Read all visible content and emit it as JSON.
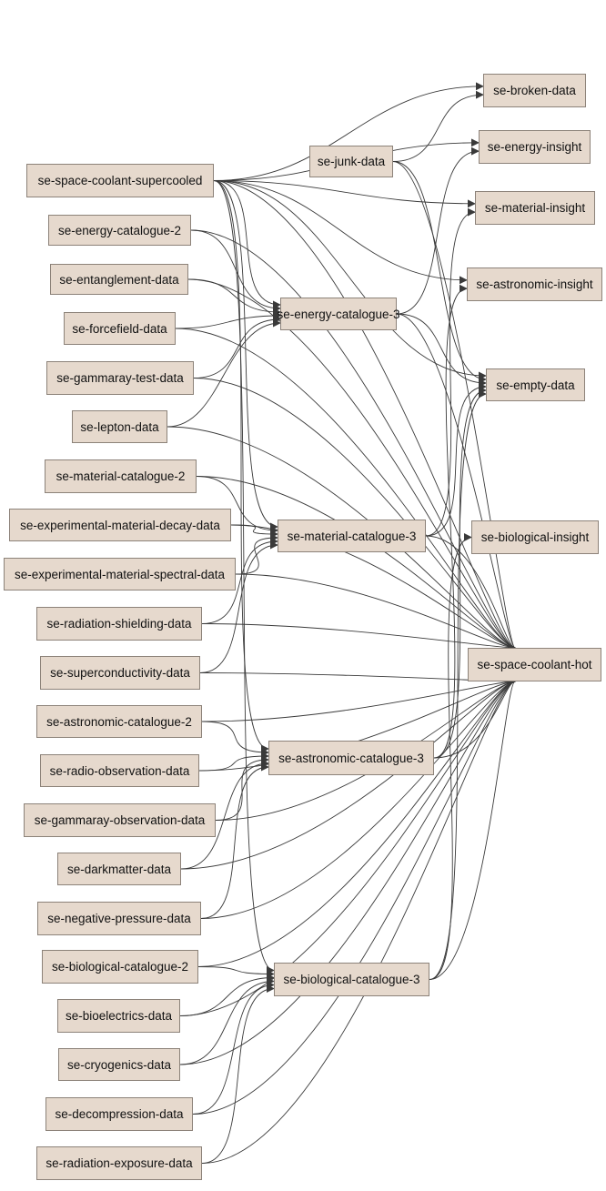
{
  "graph": {
    "nodes": [
      {
        "id": "space_coolant_supercooled",
        "label": "se-space-coolant-supercooled"
      },
      {
        "id": "energy_catalogue_2",
        "label": "se-energy-catalogue-2"
      },
      {
        "id": "entanglement_data",
        "label": "se-entanglement-data"
      },
      {
        "id": "forcefield_data",
        "label": "se-forcefield-data"
      },
      {
        "id": "gammaray_test_data",
        "label": "se-gammaray-test-data"
      },
      {
        "id": "lepton_data",
        "label": "se-lepton-data"
      },
      {
        "id": "material_catalogue_2",
        "label": "se-material-catalogue-2"
      },
      {
        "id": "exp_material_decay_data",
        "label": "se-experimental-material-decay-data"
      },
      {
        "id": "exp_material_spectral_data",
        "label": "se-experimental-material-spectral-data"
      },
      {
        "id": "radiation_shielding_data",
        "label": "se-radiation-shielding-data"
      },
      {
        "id": "superconductivity_data",
        "label": "se-superconductivity-data"
      },
      {
        "id": "astronomic_catalogue_2",
        "label": "se-astronomic-catalogue-2"
      },
      {
        "id": "radio_observation_data",
        "label": "se-radio-observation-data"
      },
      {
        "id": "gammaray_observation_data",
        "label": "se-gammaray-observation-data"
      },
      {
        "id": "darkmatter_data",
        "label": "se-darkmatter-data"
      },
      {
        "id": "negative_pressure_data",
        "label": "se-negative-pressure-data"
      },
      {
        "id": "biological_catalogue_2",
        "label": "se-biological-catalogue-2"
      },
      {
        "id": "bioelectrics_data",
        "label": "se-bioelectrics-data"
      },
      {
        "id": "cryogenics_data",
        "label": "se-cryogenics-data"
      },
      {
        "id": "decompression_data",
        "label": "se-decompression-data"
      },
      {
        "id": "radiation_exposure_data",
        "label": "se-radiation-exposure-data"
      },
      {
        "id": "junk_data",
        "label": "se-junk-data"
      },
      {
        "id": "energy_catalogue_3",
        "label": "se-energy-catalogue-3"
      },
      {
        "id": "material_catalogue_3",
        "label": "se-material-catalogue-3"
      },
      {
        "id": "astronomic_catalogue_3",
        "label": "se-astronomic-catalogue-3"
      },
      {
        "id": "biological_catalogue_3",
        "label": "se-biological-catalogue-3"
      },
      {
        "id": "broken_data",
        "label": "se-broken-data"
      },
      {
        "id": "energy_insight",
        "label": "se-energy-insight"
      },
      {
        "id": "material_insight",
        "label": "se-material-insight"
      },
      {
        "id": "astronomic_insight",
        "label": "se-astronomic-insight"
      },
      {
        "id": "empty_data",
        "label": "se-empty-data"
      },
      {
        "id": "biological_insight",
        "label": "se-biological-insight"
      },
      {
        "id": "space_coolant_hot",
        "label": "se-space-coolant-hot"
      }
    ],
    "edges": [
      [
        "space_coolant_supercooled",
        "broken_data"
      ],
      [
        "space_coolant_supercooled",
        "energy_insight"
      ],
      [
        "space_coolant_supercooled",
        "material_insight"
      ],
      [
        "space_coolant_supercooled",
        "astronomic_insight"
      ],
      [
        "space_coolant_supercooled",
        "empty_data"
      ],
      [
        "space_coolant_supercooled",
        "energy_catalogue_3"
      ],
      [
        "space_coolant_supercooled",
        "material_catalogue_3"
      ],
      [
        "space_coolant_supercooled",
        "astronomic_catalogue_3"
      ],
      [
        "space_coolant_supercooled",
        "biological_catalogue_3"
      ],
      [
        "space_coolant_supercooled",
        "space_coolant_hot"
      ],
      [
        "junk_data",
        "broken_data"
      ],
      [
        "junk_data",
        "empty_data"
      ],
      [
        "junk_data",
        "space_coolant_hot"
      ],
      [
        "energy_catalogue_2",
        "energy_catalogue_3"
      ],
      [
        "energy_catalogue_2",
        "space_coolant_hot"
      ],
      [
        "entanglement_data",
        "energy_catalogue_3"
      ],
      [
        "entanglement_data",
        "space_coolant_hot"
      ],
      [
        "forcefield_data",
        "energy_catalogue_3"
      ],
      [
        "forcefield_data",
        "space_coolant_hot"
      ],
      [
        "gammaray_test_data",
        "energy_catalogue_3"
      ],
      [
        "gammaray_test_data",
        "space_coolant_hot"
      ],
      [
        "lepton_data",
        "energy_catalogue_3"
      ],
      [
        "lepton_data",
        "space_coolant_hot"
      ],
      [
        "energy_catalogue_3",
        "energy_insight"
      ],
      [
        "energy_catalogue_3",
        "empty_data"
      ],
      [
        "energy_catalogue_3",
        "space_coolant_hot"
      ],
      [
        "material_catalogue_2",
        "material_catalogue_3"
      ],
      [
        "material_catalogue_2",
        "space_coolant_hot"
      ],
      [
        "exp_material_decay_data",
        "material_catalogue_3"
      ],
      [
        "exp_material_decay_data",
        "space_coolant_hot"
      ],
      [
        "exp_material_spectral_data",
        "material_catalogue_3"
      ],
      [
        "exp_material_spectral_data",
        "space_coolant_hot"
      ],
      [
        "radiation_shielding_data",
        "material_catalogue_3"
      ],
      [
        "radiation_shielding_data",
        "space_coolant_hot"
      ],
      [
        "superconductivity_data",
        "material_catalogue_3"
      ],
      [
        "superconductivity_data",
        "space_coolant_hot"
      ],
      [
        "material_catalogue_3",
        "material_insight"
      ],
      [
        "material_catalogue_3",
        "empty_data"
      ],
      [
        "material_catalogue_3",
        "space_coolant_hot"
      ],
      [
        "astronomic_catalogue_2",
        "astronomic_catalogue_3"
      ],
      [
        "astronomic_catalogue_2",
        "space_coolant_hot"
      ],
      [
        "radio_observation_data",
        "astronomic_catalogue_3"
      ],
      [
        "radio_observation_data",
        "space_coolant_hot"
      ],
      [
        "gammaray_observation_data",
        "astronomic_catalogue_3"
      ],
      [
        "gammaray_observation_data",
        "space_coolant_hot"
      ],
      [
        "darkmatter_data",
        "astronomic_catalogue_3"
      ],
      [
        "darkmatter_data",
        "space_coolant_hot"
      ],
      [
        "negative_pressure_data",
        "astronomic_catalogue_3"
      ],
      [
        "negative_pressure_data",
        "space_coolant_hot"
      ],
      [
        "astronomic_catalogue_3",
        "astronomic_insight"
      ],
      [
        "astronomic_catalogue_3",
        "empty_data"
      ],
      [
        "astronomic_catalogue_3",
        "space_coolant_hot"
      ],
      [
        "biological_catalogue_2",
        "biological_catalogue_3"
      ],
      [
        "biological_catalogue_2",
        "space_coolant_hot"
      ],
      [
        "bioelectrics_data",
        "biological_catalogue_3"
      ],
      [
        "bioelectrics_data",
        "space_coolant_hot"
      ],
      [
        "cryogenics_data",
        "biological_catalogue_3"
      ],
      [
        "cryogenics_data",
        "space_coolant_hot"
      ],
      [
        "decompression_data",
        "biological_catalogue_3"
      ],
      [
        "decompression_data",
        "space_coolant_hot"
      ],
      [
        "radiation_exposure_data",
        "biological_catalogue_3"
      ],
      [
        "radiation_exposure_data",
        "space_coolant_hot"
      ],
      [
        "biological_catalogue_3",
        "biological_insight"
      ],
      [
        "biological_catalogue_3",
        "empty_data"
      ],
      [
        "biological_catalogue_3",
        "space_coolant_hot"
      ]
    ]
  }
}
